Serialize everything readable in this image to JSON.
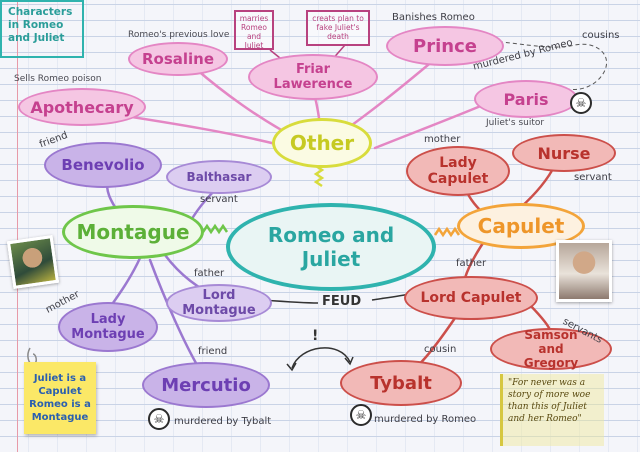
{
  "title": "Characters in Romeo and Juliet",
  "center": "Romeo and Juliet",
  "hubs": {
    "other": "Other",
    "montague": "Montague",
    "capulet": "Capulet"
  },
  "nodes": {
    "rosaline": "Rosaline",
    "friar": "Friar Lawerence",
    "prince": "Prince",
    "apothecary": "Apothecary",
    "paris": "Paris",
    "benevolio": "Benevolio",
    "balthasar": "Balthasar",
    "lady_montague": "Lady Montague",
    "lord_montague": "Lord Montague",
    "mercutio": "Mercutio",
    "lady_capulet": "Lady Capulet",
    "nurse": "Nurse",
    "lord_capulet": "Lord Capulet",
    "samson": "Samson and Gregory",
    "tybalt": "Tybalt"
  },
  "annotations": {
    "rosaline": "Romeo's previous love",
    "apothecary": "Sells Romeo poison",
    "friar_note1": "marries Romeo and Juliet",
    "friar_note2": "creats plan to fake Juliet's death",
    "prince": "Banishes Romeo",
    "cousins": "cousins",
    "paris_murdered": "murdered by Romeo",
    "paris_suitor": "Juliet's suitor",
    "benevolio": "friend",
    "balthasar": "servant",
    "lord_montague": "father",
    "lady_montague": "mother",
    "mercutio": "friend",
    "mercutio_murdered": "murdered by Tybalt",
    "lady_capulet": "mother",
    "nurse": "servant",
    "lord_capulet": "father",
    "samson": "servants",
    "tybalt_cousin": "cousin",
    "tybalt_murdered": "murdered by Romeo",
    "feud": "FEUD",
    "conflict": "!"
  },
  "sticky_note": {
    "line1": "Juliet is a",
    "line2": "Capulet",
    "line3": "Romeo is a",
    "line4": "Montague"
  },
  "quote": "\"For never was a story of more woe than this of Juliet and her Romeo\"",
  "colors": {
    "center": "#2fb3ae",
    "other": "#d8dc3c",
    "montague": "#6fc64a",
    "capulet": "#f3a43a",
    "pink": "#e486c4",
    "purple": "#9b78d0",
    "red": "#cc4f4a"
  }
}
